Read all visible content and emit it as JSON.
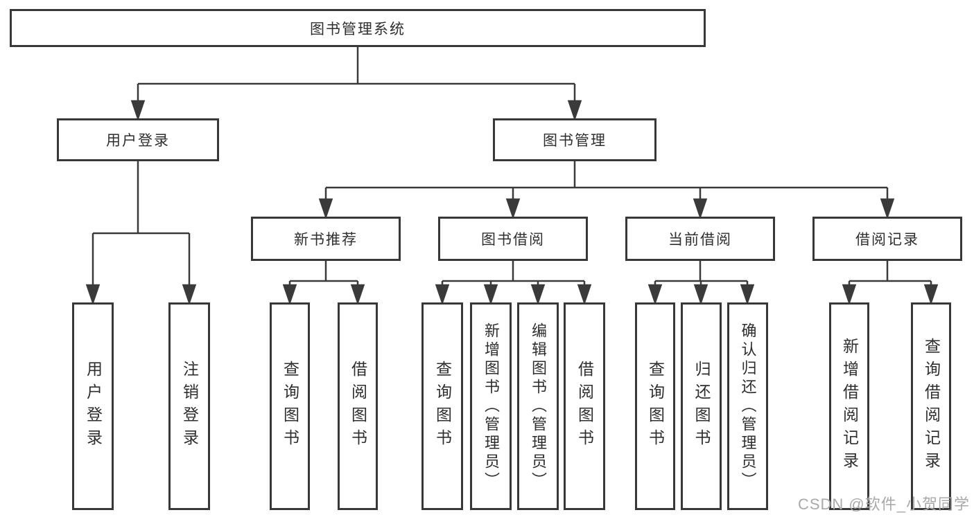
{
  "tree": {
    "root": "图书管理系统",
    "branches": [
      {
        "label": "用户登录",
        "leaves": [
          "用户登录",
          "注销登录"
        ]
      },
      {
        "label": "图书管理",
        "groups": [
          {
            "label": "新书推荐",
            "leaves": [
              "查询图书",
              "借阅图书"
            ]
          },
          {
            "label": "图书借阅",
            "leaves": [
              "查询图书",
              "新增图书（管理员）",
              "编辑图书（管理员）",
              "借阅图书"
            ]
          },
          {
            "label": "当前借阅",
            "leaves": [
              "查询图书",
              "归还图书",
              "确认归还（管理员）"
            ]
          },
          {
            "label": "借阅记录",
            "leaves": [
              "新增借阅记录",
              "查询借阅记录"
            ]
          }
        ]
      }
    ]
  },
  "watermark": "CSDN @软件_小贺同学",
  "colors": {
    "line": "#3a3a3a",
    "box_border": "#383838",
    "text": "#2e2e2e",
    "watermark": "#a9a9a9",
    "background": "#ffffff"
  }
}
